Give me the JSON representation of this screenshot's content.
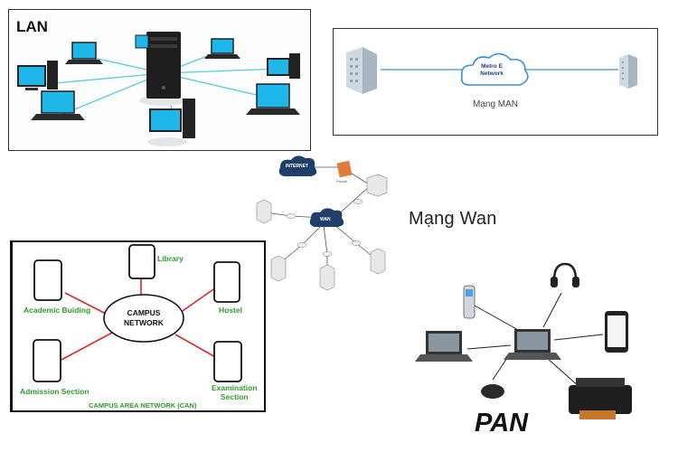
{
  "lan": {
    "title": "LAN"
  },
  "man": {
    "caption": "Mạng MAN",
    "network_label_line1": "Metro E",
    "network_label_line2": "Network"
  },
  "wan": {
    "title": "Mạng Wan",
    "internet_label": "INTERNET",
    "wan_label": "WAN",
    "firewall_label": "Firewall"
  },
  "can": {
    "center_line1": "CAMPUS",
    "center_line2": "NETWORK",
    "nodes": {
      "library": "Library",
      "academic": "Academic Buiding",
      "hostel": "Hostel",
      "admission": "Admission Section",
      "examination_line1": "Examination",
      "examination_line2": "Section"
    },
    "footer": "CAMPUS AREA NETWORK (CAN)"
  },
  "pan": {
    "title": "PAN"
  },
  "colors": {
    "lan_cable": "#5bc8e6",
    "screen": "#1fb6ea",
    "can_line": "#d42a2a",
    "can_text": "#2f9a2f",
    "man_cloud": "#3a8fd6",
    "wan_cloud": "#1f3f6a"
  }
}
